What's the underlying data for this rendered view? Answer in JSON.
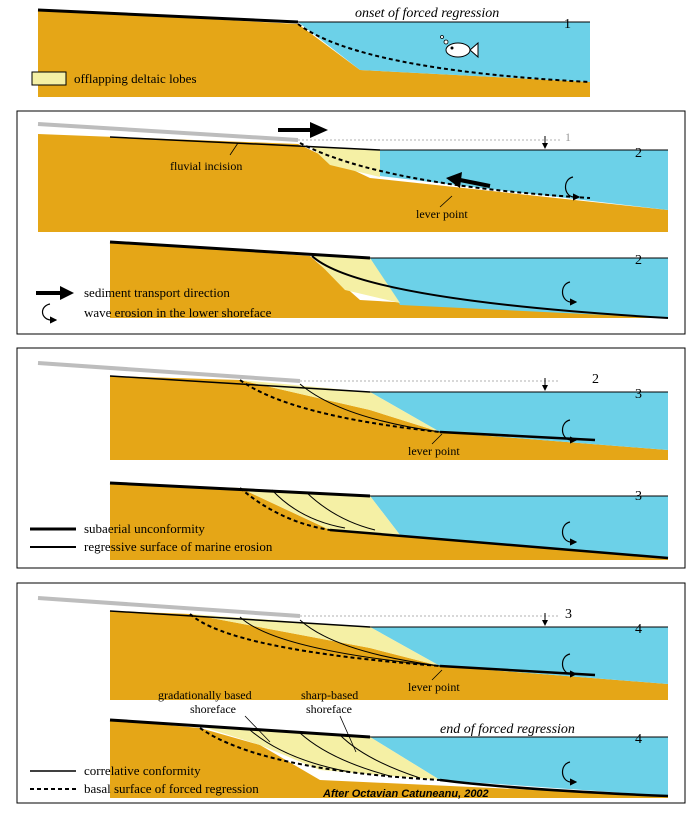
{
  "colors": {
    "sediment": "#E5A617",
    "water": "#6CD1E8",
    "deltaic_lobe": "#F5F0A5",
    "frame": "#000000",
    "old_surface": "#BDBDBD"
  },
  "panel1": {
    "title": "onset of forced regression",
    "stage": "1",
    "legend_lobes": "offlapping deltaic lobes"
  },
  "panel2": {
    "upper_stage": "2",
    "prior_stage": "1",
    "fluvial_incision": "fluvial incision",
    "lever_point": "lever point",
    "lower_stage": "2",
    "legend_transport": "sediment transport direction",
    "legend_wave": "wave erosion in the lower shoreface"
  },
  "panel3": {
    "prior_stage": "2",
    "upper_stage": "3",
    "lever_point": "lever point",
    "lower_stage": "3",
    "legend_subaerial": "subaerial unconformity",
    "legend_regressive": "regressive surface of marine erosion"
  },
  "panel4": {
    "prior_stage": "3",
    "upper_stage": "4",
    "lever_point": "lever point",
    "gradational_1": "gradationally based",
    "gradational_2": "shoreface",
    "sharp_1": "sharp-based",
    "sharp_2": "shoreface",
    "end_title": "end of forced regression",
    "lower_stage": "4",
    "legend_correlative": "correlative conformity",
    "legend_basal": "basal surface of forced regression",
    "credit": "After Octavian Catuneanu, 2002"
  },
  "icons": [
    "fish-icon",
    "sediment-transport-arrow-icon",
    "wave-erosion-icon"
  ]
}
